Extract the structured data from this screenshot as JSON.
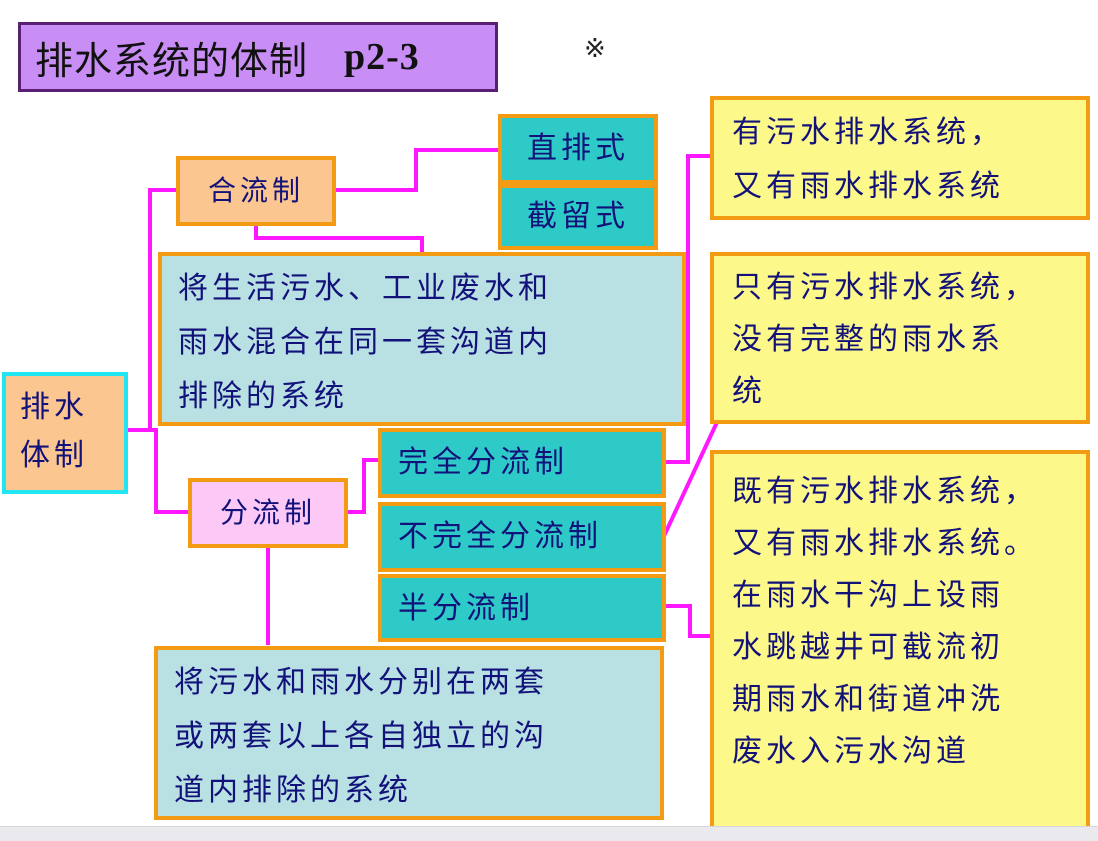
{
  "title": {
    "main": "排水系统的体制",
    "code": "p2-3"
  },
  "mark": "※",
  "root": {
    "line1": "排水",
    "line2": "体制"
  },
  "combined": {
    "label": "合流制",
    "subtypes": [
      "直排式",
      "截留式"
    ],
    "definition": [
      "将生活污水、工业废水和",
      "雨水混合在同一套沟道内",
      "排除的系统"
    ]
  },
  "separate": {
    "label": "分流制",
    "subtypes": [
      "完全分流制",
      "不完全分流制",
      "半分流制"
    ],
    "definition": [
      "将污水和雨水分别在两套",
      "或两套以上各自独立的沟",
      "道内排除的系统"
    ]
  },
  "notes": [
    [
      "有污水排水系统，",
      "又有雨水排水系统"
    ],
    [
      "只有污水排水系统，",
      "没有完整的雨水系",
      "统"
    ],
    [
      "既有污水排水系统，",
      "又有雨水排水系统。",
      "在雨水干沟上设雨",
      "水跳越井可截流初",
      "期雨水和街道冲洗",
      "废水入污水沟道"
    ]
  ],
  "colors": {
    "connector": "#ff18ff",
    "box_border": "#f49b14",
    "peach": "#fbc68f",
    "pink": "#fcc8f6",
    "teal": "#2ecac8",
    "light_blue": "#b9e0e3",
    "yellow": "#fcf88a",
    "title_bg": "#c98ef5"
  }
}
